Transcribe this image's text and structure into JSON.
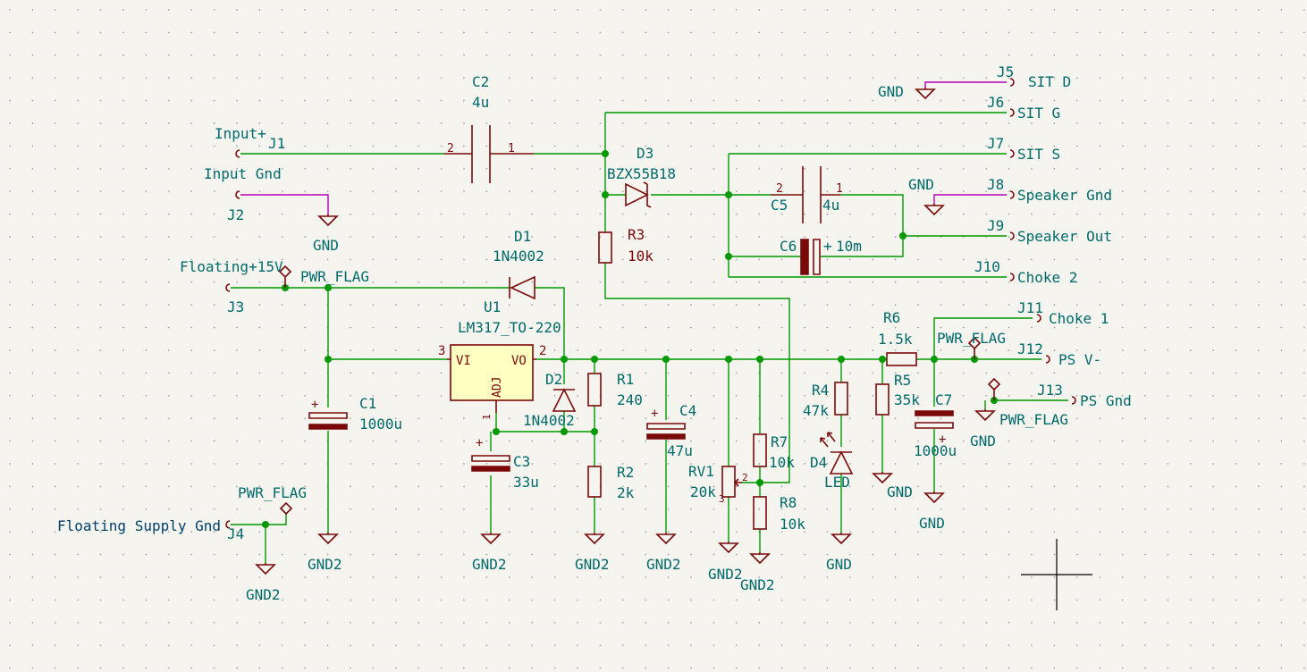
{
  "schematic": {
    "connectors": {
      "J1": {
        "ref": "J1",
        "label": "Input+"
      },
      "J2": {
        "ref": "J2",
        "label": "Input Gnd"
      },
      "J3": {
        "ref": "J3",
        "label": "Floating+15V"
      },
      "J4": {
        "ref": "J4",
        "label": "Floating Supply Gnd"
      },
      "J5": {
        "ref": "J5",
        "label": "SIT D"
      },
      "J6": {
        "ref": "J6",
        "label": "SIT G"
      },
      "J7": {
        "ref": "J7",
        "label": "SIT S"
      },
      "J8": {
        "ref": "J8",
        "label": "Speaker Gnd"
      },
      "J9": {
        "ref": "J9",
        "label": "Speaker Out"
      },
      "J10": {
        "ref": "J10",
        "label": "Choke 2"
      },
      "J11": {
        "ref": "J11",
        "label": "Choke 1"
      },
      "J12": {
        "ref": "J12",
        "label": "PS V-"
      },
      "J13": {
        "ref": "J13",
        "label": "PS Gnd"
      }
    },
    "components": {
      "C1": {
        "ref": "C1",
        "value": "1000u"
      },
      "C2": {
        "ref": "C2",
        "value": "4u"
      },
      "C3": {
        "ref": "C3",
        "value": "33u"
      },
      "C4": {
        "ref": "C4",
        "value": "47u"
      },
      "C5": {
        "ref": "C5",
        "value": "4u"
      },
      "C6": {
        "ref": "C6",
        "value": "10m"
      },
      "C7": {
        "ref": "C7",
        "value": "1000u"
      },
      "D1": {
        "ref": "D1",
        "value": "1N4002"
      },
      "D2": {
        "ref": "D2",
        "value": "1N4002"
      },
      "D3": {
        "ref": "D3",
        "value": "BZX55B18"
      },
      "D4": {
        "ref": "D4",
        "value": "LED"
      },
      "R1": {
        "ref": "R1",
        "value": "240"
      },
      "R2": {
        "ref": "R2",
        "value": "2k"
      },
      "R3": {
        "ref": "R3",
        "value": "10k"
      },
      "R4": {
        "ref": "R4",
        "value": "47k"
      },
      "R5": {
        "ref": "R5",
        "value": "35k"
      },
      "R6": {
        "ref": "R6",
        "value": "1.5k"
      },
      "R7": {
        "ref": "R7",
        "value": "10k"
      },
      "R8": {
        "ref": "R8",
        "value": "10k"
      },
      "RV1": {
        "ref": "RV1",
        "value": "20k"
      },
      "U1": {
        "ref": "U1",
        "value": "LM317_TO-220",
        "pin_vi": "VI",
        "pin_vo": "VO",
        "pin_adj": "ADJ"
      }
    },
    "pin_numbers": {
      "one": "1",
      "two": "2",
      "three": "3",
      "plus": "+"
    },
    "power": {
      "gnd": "GND",
      "gnd2": "GND2",
      "pwr_flag": "PWR_FLAG"
    }
  }
}
